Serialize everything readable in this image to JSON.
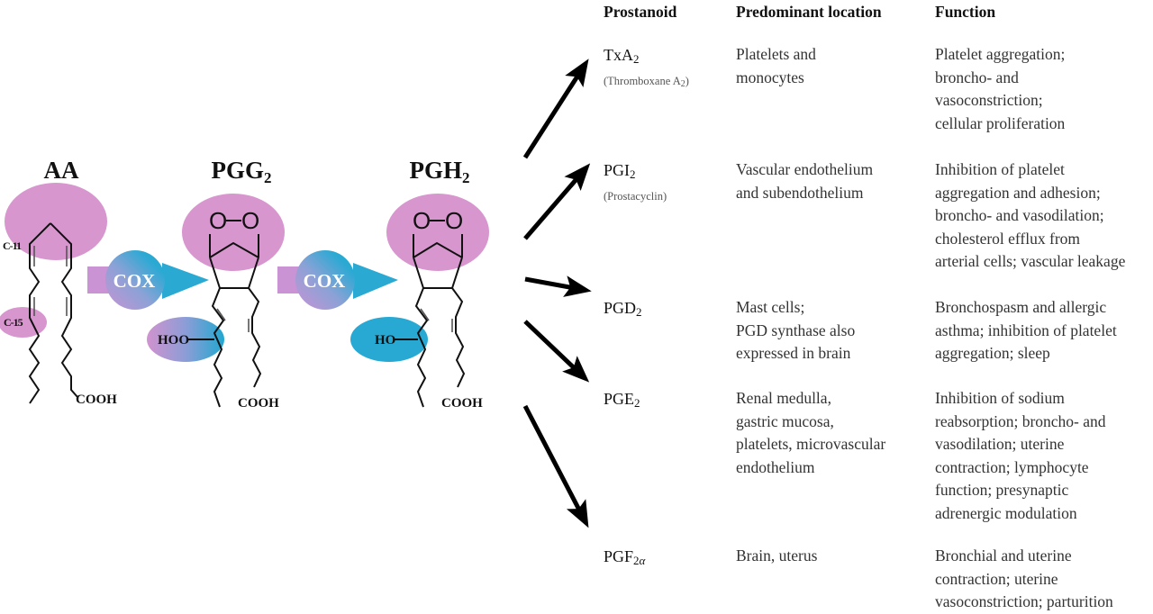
{
  "pathway": {
    "molecules": [
      {
        "name": "AA",
        "subscript": ""
      },
      {
        "name": "PGG",
        "subscript": "2"
      },
      {
        "name": "PGH",
        "subscript": "2"
      }
    ],
    "enzyme_label": "COX",
    "aa_labels": {
      "c11": "C-11",
      "c15": "C-15",
      "acid": "COOH"
    },
    "pgg2_labels": {
      "peroxide_o1": "O",
      "peroxide_o2": "O",
      "hydroperoxy": "HOO",
      "acid": "COOH"
    },
    "pgh2_labels": {
      "peroxide_o1": "O",
      "peroxide_o2": "O",
      "hydroxy": "HO",
      "acid": "COOH"
    },
    "colors": {
      "pink": "#d896cf",
      "blue": "#27a9d4",
      "ink": "#111111"
    }
  },
  "table": {
    "headers": {
      "prostanoid": "Prostanoid",
      "location": "Predominant location",
      "function": "Function"
    },
    "rows": [
      {
        "name": "TxA",
        "sub": "2",
        "sub2": "",
        "alias": "(Thromboxane A",
        "alias_sub": "2",
        "alias_end": ")",
        "location": [
          "Platelets and",
          "monocytes"
        ],
        "function": [
          "Platelet aggregation;",
          "broncho- and",
          "vasoconstriction;",
          "cellular proliferation"
        ]
      },
      {
        "name": "PGI",
        "sub": "2",
        "sub2": "",
        "alias": "(Prostacyclin)",
        "alias_sub": "",
        "alias_end": "",
        "location": [
          "Vascular endothelium",
          "and subendothelium"
        ],
        "function": [
          "Inhibition of platelet",
          "aggregation and adhesion;",
          "broncho- and vasodilation;",
          "cholesterol efflux from",
          "arterial cells; vascular leakage"
        ]
      },
      {
        "name": "PGD",
        "sub": "2",
        "sub2": "",
        "alias": "",
        "alias_sub": "",
        "alias_end": "",
        "location": [
          "Mast cells;",
          "PGD synthase also",
          "expressed in brain"
        ],
        "function": [
          "Bronchospasm and allergic",
          "asthma; inhibition of platelet",
          "aggregation; sleep"
        ]
      },
      {
        "name": "PGE",
        "sub": "2",
        "sub2": "",
        "alias": "",
        "alias_sub": "",
        "alias_end": "",
        "location": [
          "Renal medulla,",
          "gastric mucosa,",
          "platelets, microvascular",
          "endothelium"
        ],
        "function": [
          "Inhibition of sodium",
          "reabsorption; broncho- and",
          "vasodilation; uterine",
          "contraction; lymphocyte",
          "function; presynaptic",
          "adrenergic modulation"
        ]
      },
      {
        "name": "PGF",
        "sub": "2",
        "sub2": "α",
        "alias": "",
        "alias_sub": "",
        "alias_end": "",
        "location": [
          "Brain, uterus"
        ],
        "function": [
          "Bronchial and uterine",
          "contraction; uterine",
          "vasoconstriction; parturition"
        ]
      }
    ]
  }
}
